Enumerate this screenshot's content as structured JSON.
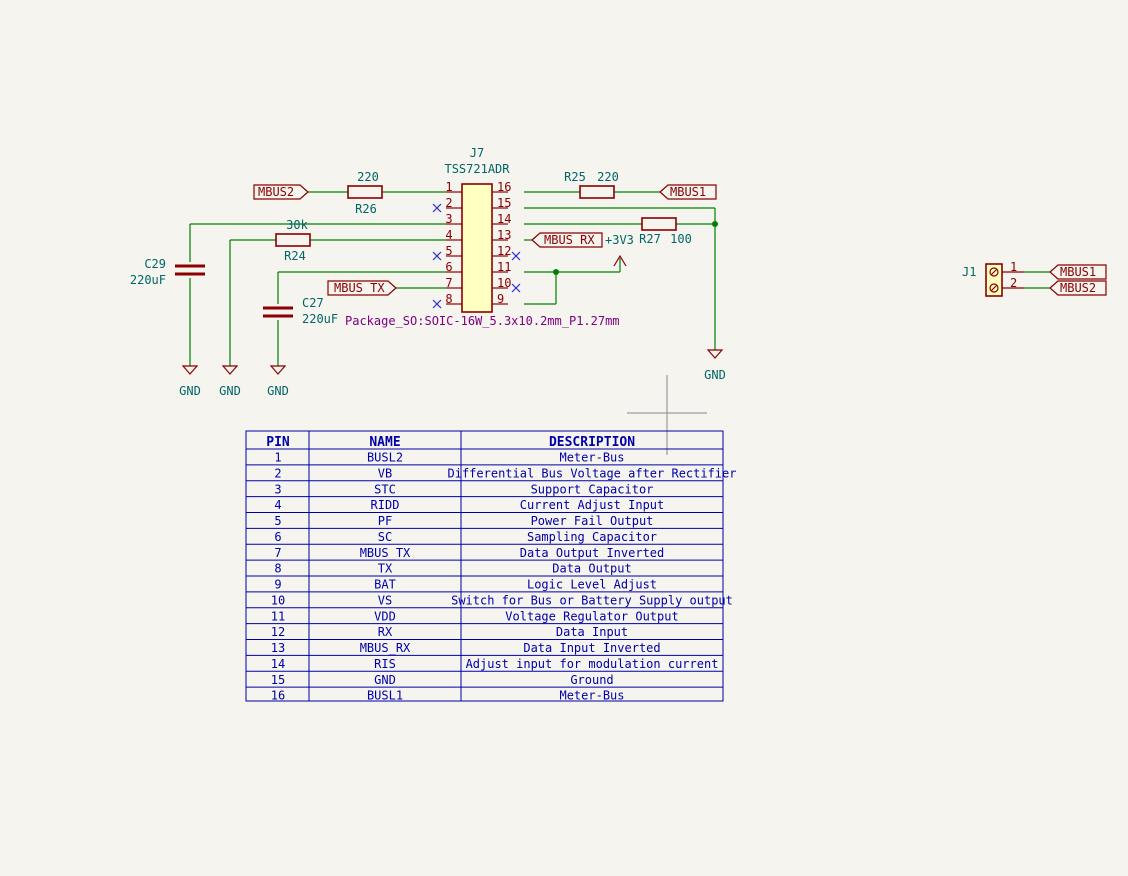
{
  "schematic": {
    "ic": {
      "ref": "J7",
      "value": "TSS721ADR",
      "footprint": "Package_SO:SOIC-16W_5.3x10.2mm_P1.27mm",
      "left_pins": [
        "1",
        "2",
        "3",
        "4",
        "5",
        "6",
        "7",
        "8"
      ],
      "right_pins": [
        "16",
        "15",
        "14",
        "13",
        "12",
        "11",
        "10",
        "9"
      ]
    },
    "resistors": {
      "r26": {
        "ref": "R26",
        "value": "220"
      },
      "r25": {
        "ref": "R25",
        "value": "220"
      },
      "r24": {
        "ref": "R24",
        "value": "30k"
      },
      "r27": {
        "ref": "R27",
        "value": "100"
      }
    },
    "capacitors": {
      "c29": {
        "ref": "C29",
        "value": "220uF"
      },
      "c27": {
        "ref": "C27",
        "value": "220uF"
      }
    },
    "labels": {
      "mbus2": "MBUS2",
      "mbus1": "MBUS1",
      "mbus_rx": "MBUS_RX",
      "mbus_tx": "MBUS_TX",
      "v33": "+3V3",
      "gnd": "GND"
    },
    "connector": {
      "ref": "J1",
      "pins": [
        "1",
        "2"
      ],
      "nets": [
        "MBUS1",
        "MBUS2"
      ]
    }
  },
  "pin_table": {
    "headers": [
      "PIN",
      "NAME",
      "DESCRIPTION"
    ],
    "rows": [
      [
        "1",
        "BUSL2",
        "Meter-Bus"
      ],
      [
        "2",
        "VB",
        "Differential Bus Voltage after Rectifier"
      ],
      [
        "3",
        "STC",
        "Support Capacitor"
      ],
      [
        "4",
        "RIDD",
        "Current Adjust Input"
      ],
      [
        "5",
        "PF",
        "Power Fail Output"
      ],
      [
        "6",
        "SC",
        "Sampling Capacitor"
      ],
      [
        "7",
        "MBUS_TX",
        "Data Output Inverted"
      ],
      [
        "8",
        "TX",
        "Data Output"
      ],
      [
        "9",
        "BAT",
        "Logic Level Adjust"
      ],
      [
        "10",
        "VS",
        "Switch for Bus or Battery Supply output"
      ],
      [
        "11",
        "VDD",
        "Voltage Regulator Output"
      ],
      [
        "12",
        "RX",
        "Data Input"
      ],
      [
        "13",
        "MBUS_RX",
        "Data Input Inverted"
      ],
      [
        "14",
        "RIS",
        "Adjust input for modulation current"
      ],
      [
        "15",
        "GND",
        "Ground"
      ],
      [
        "16",
        "BUSL1",
        "Meter-Bus"
      ]
    ]
  }
}
